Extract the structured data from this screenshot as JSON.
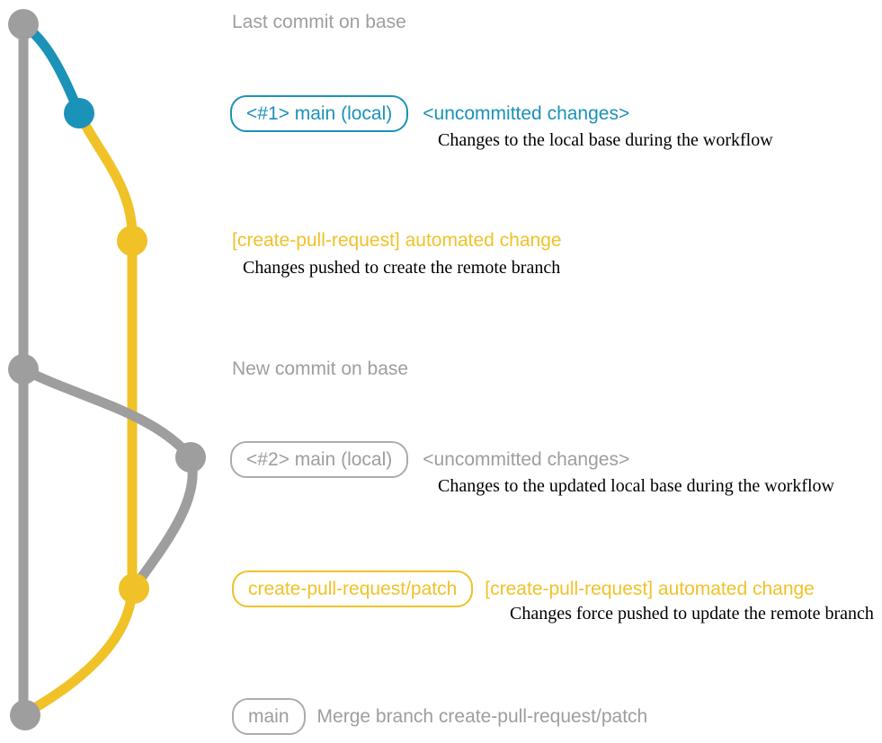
{
  "colors": {
    "gray": "#9E9E9E",
    "gray_border": "#ACACAC",
    "blue": "#1B92B8",
    "yellow": "#F0C228",
    "black": "#000000"
  },
  "graph": {
    "branches": [
      "base",
      "main (local)",
      "create-pull-request/patch"
    ],
    "commit_dots": [
      "last-commit-on-base",
      "main-local-commit-1",
      "automated-change-commit-1",
      "new-commit-on-base",
      "main-local-commit-2",
      "automated-change-commit-2",
      "merge-commit"
    ]
  },
  "labels": {
    "last_commit": "Last commit on base",
    "new_commit": "New commit on base"
  },
  "rows": {
    "r1": {
      "badge": "<#1> main (local)",
      "status": "<uncommitted changes>",
      "description": "Changes to the local base during the workflow"
    },
    "r2": {
      "title": "[create-pull-request] automated change",
      "description": "Changes pushed to create the remote branch"
    },
    "r3": {
      "badge": "<#2> main (local)",
      "status": "<uncommitted changes>",
      "description": "Changes to the updated local base during the workflow"
    },
    "r4": {
      "badge": "create-pull-request/patch",
      "title": "[create-pull-request] automated change",
      "description": "Changes force pushed to update the remote branch"
    },
    "r5": {
      "badge": "main",
      "message": "Merge branch create-pull-request/patch"
    }
  }
}
